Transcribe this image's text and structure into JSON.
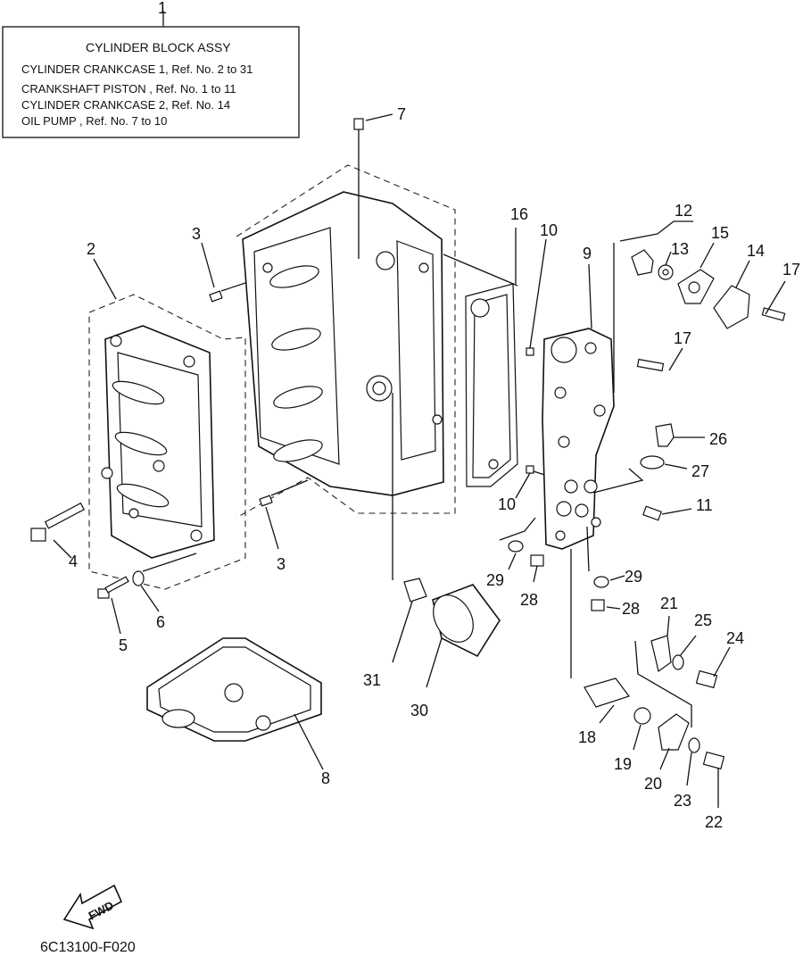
{
  "legend_box": {
    "title": "CYLINDER BLOCK ASSY",
    "lines": [
      "CYLINDER CRANKCASE 1,  Ref. No. 2 to 31",
      "CRANKSHAFT PISTON ,      Ref. No. 1 to 11",
      "CYLINDER CRANKCASE 2,  Ref. No. 14",
      "OIL PUMP     , Ref. No. 7 to 10"
    ]
  },
  "callouts": {
    "c1": "1",
    "c2": "2",
    "c3a": "3",
    "c3b": "3",
    "c4": "4",
    "c5": "5",
    "c6": "6",
    "c7": "7",
    "c8": "8",
    "c9": "9",
    "c10a": "10",
    "c10b": "10",
    "c11": "11",
    "c12": "12",
    "c13": "13",
    "c14": "14",
    "c15": "15",
    "c16": "16",
    "c17a": "17",
    "c17b": "17",
    "c18": "18",
    "c19": "19",
    "c20": "20",
    "c21": "21",
    "c22": "22",
    "c23": "23",
    "c24": "24",
    "c25": "25",
    "c26": "26",
    "c27": "27",
    "c28a": "28",
    "c28b": "28",
    "c29a": "29",
    "c29b": "29",
    "c30": "30",
    "c31": "31"
  },
  "fwd_label": "FWD",
  "diagram_code": "6C13100-F020"
}
